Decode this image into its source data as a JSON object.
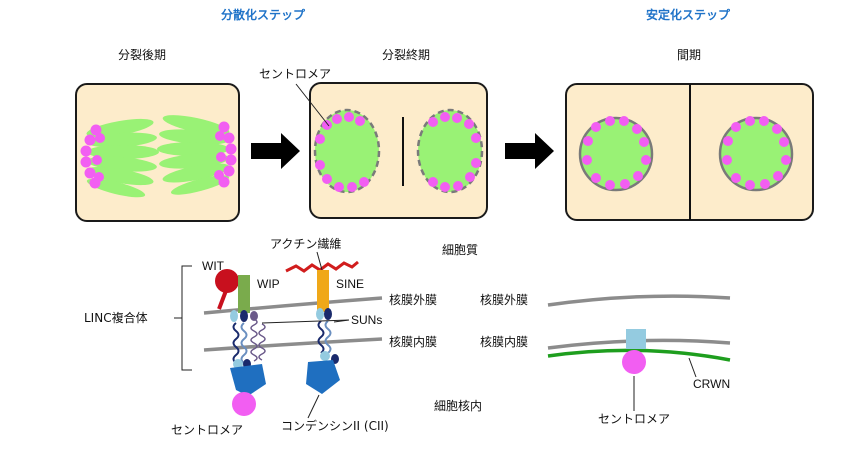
{
  "headers": {
    "dispersion": "分散化ステップ",
    "stabilization": "安定化ステップ"
  },
  "stages": {
    "anaphase": "分裂後期",
    "telophase": "分裂終期",
    "interphase": "間期"
  },
  "labels": {
    "centromere_top": "セントロメア",
    "actin": "アクチン繊維",
    "cytoplasm": "細胞質",
    "wit": "WIT",
    "wip": "WIP",
    "sine": "SINE",
    "linc": "LINC複合体",
    "outer_membrane_left": "核膜外膜",
    "inner_membrane_left": "核膜内膜",
    "suns": "SUNs",
    "nucleoplasm": "細胞核内",
    "centromere_bottom_left": "セントロメア",
    "condensin": "コンデンシンII (CII)",
    "outer_membrane_right": "核膜外膜",
    "inner_membrane_right": "核膜内膜",
    "crwn": "CRWN",
    "centromere_bottom_right": "セントロメア"
  },
  "colors": {
    "cell_fill": "#fdeccb",
    "chromosome_green": "#99f275",
    "centromere_magenta": "#f25ef2",
    "header_blue": "#1f73c8",
    "membrane_gray": "#8c8c8c",
    "crwn_green": "#1e9e1e",
    "wit_red": "#c8101e",
    "wip_green": "#7aab4c",
    "sine_orange": "#f0a818",
    "condensin_blue": "#1f6fc0",
    "sun_navy": "#1a2a6c",
    "inner_protein_lightblue": "#94cbe0"
  }
}
